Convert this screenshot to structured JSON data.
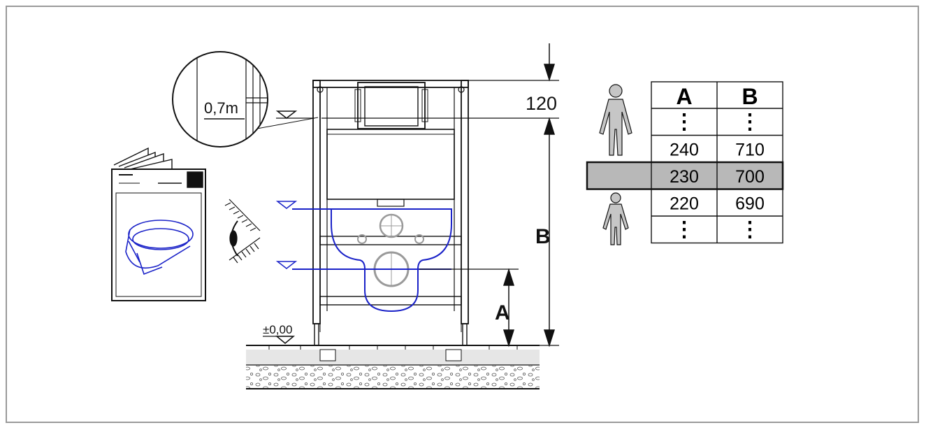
{
  "labels": {
    "magnifier": "0,7m",
    "top_dimension": "120",
    "dim_b": "B",
    "dim_a": "A",
    "floor_level": "±0,00"
  },
  "table": {
    "headers": [
      "A",
      "B"
    ],
    "rows": [
      [
        "⋮",
        "⋮"
      ],
      [
        "240",
        "710"
      ],
      [
        "230",
        "700"
      ],
      [
        "220",
        "690"
      ],
      [
        "⋮",
        "⋮"
      ]
    ],
    "highlight_row": 2
  },
  "colors": {
    "blue": "#1a22c8",
    "grey_fill": "#b8b8b8",
    "line": "#111111",
    "frame_border": "#9a9a9a"
  },
  "icons": [
    "eye-icon",
    "tall-person-icon",
    "short-person-icon",
    "manual-booklet-icon",
    "magnifier-detail-icon"
  ]
}
